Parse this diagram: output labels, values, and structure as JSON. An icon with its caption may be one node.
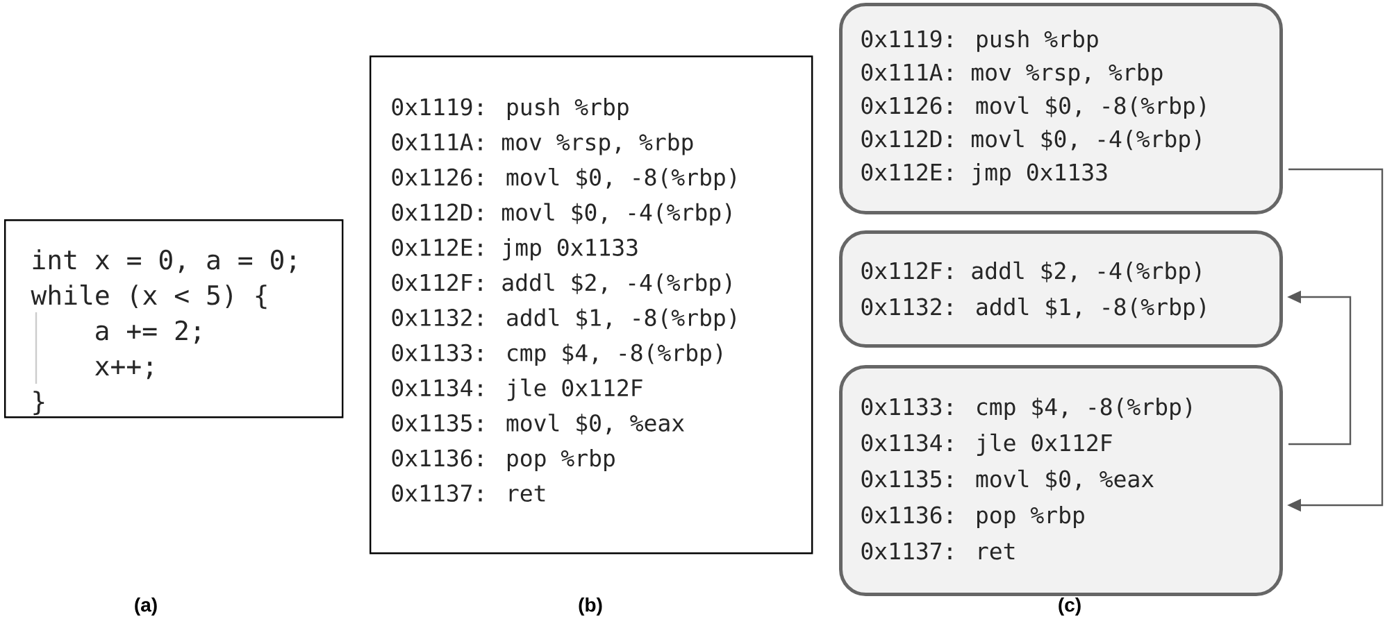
{
  "diagram": {
    "nodes": [
      {
        "text": [
          "int x = 0, a = 0;",
          "while (x < 5) {",
          "a += 2;",
          "x++;",
          "}"
        ]
      },
      {
        "text": [
          "0x1119: push %rbp",
          "0x111A: mov  %rsp, %rbp",
          "0x1126: movl $0, -8(%rbp)",
          "0x112D: movl $0, -4(%rbp)",
          "0x112E: jmp  0x1133",
          "0x112F: addl $2, -4(%rbp)",
          "0x1132: addl $1, -8(%rbp)",
          "0x1133: cmp  $4, -8(%rbp)",
          "0x1134: jle  0x112F",
          "0x1135: movl $0, %eax",
          "0x1136: pop  %rbp",
          "0x1137: ret"
        ]
      },
      {
        "text": [
          "0x1119: push %rbp",
          "0x111A: mov  %rsp, %rbp",
          "0x1126: movl $0, -8(%rbp)",
          "0x112D: movl $0, -4(%rbp)",
          "0x112E: jmp  0x1133"
        ]
      },
      {
        "text": [
          "0x112F: addl $2, -4(%rbp)",
          "0x1132: addl $1, -8(%rbp)"
        ]
      },
      {
        "text": [
          "0x1133: cmp  $4, -8(%rbp)",
          "0x1134: jle  0x112F",
          "0x1135: movl $0, %eax",
          "0x1136: pop  %rbp",
          "0x1137: ret"
        ]
      }
    ],
    "edges": [
      {
        "from": 2,
        "to": 4,
        "arrow": "to"
      },
      {
        "from": 4,
        "to": 3,
        "arrow": "to"
      }
    ],
    "labels": [
      "(a)",
      "(b)",
      "(c)"
    ]
  }
}
